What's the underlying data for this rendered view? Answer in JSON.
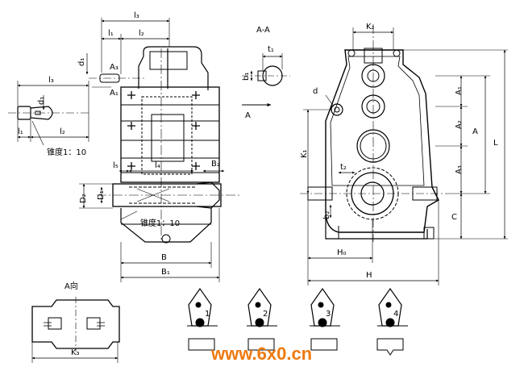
{
  "labels": {
    "l1": "l₁",
    "l2": "l₂",
    "l3": "l₃",
    "l1b": "l₁",
    "l2b": "l₂",
    "l3b": "l₃",
    "a3": "A₃",
    "a1": "A₁",
    "d1": "d₁",
    "d1b": "d₁",
    "taper1": "锥度1：10",
    "taper2": "锥度1：10",
    "l5": "l₅",
    "l4": "l₄",
    "b2": "B₂",
    "b": "B",
    "b1": "B₁",
    "D2": "D₂",
    "D1": "D₁",
    "aa": "A-A",
    "t1": "t₁",
    "b1s": "b₁",
    "arrowA": "A",
    "k2": "K₂",
    "d": "d",
    "A1r": "A₁",
    "A2r": "A₂",
    "A3r": "A₃",
    "Ar": "A",
    "Lr": "L",
    "K1": "K₁",
    "t2": "t₂",
    "b2s": "b₂",
    "C": "C",
    "H0": "H₀",
    "H": "H",
    "viewA": "A向",
    "K3": "K₃",
    "pos1": "1",
    "pos2": "2",
    "pos3": "3",
    "pos4": "4"
  },
  "watermark": "www.6x0.cn"
}
